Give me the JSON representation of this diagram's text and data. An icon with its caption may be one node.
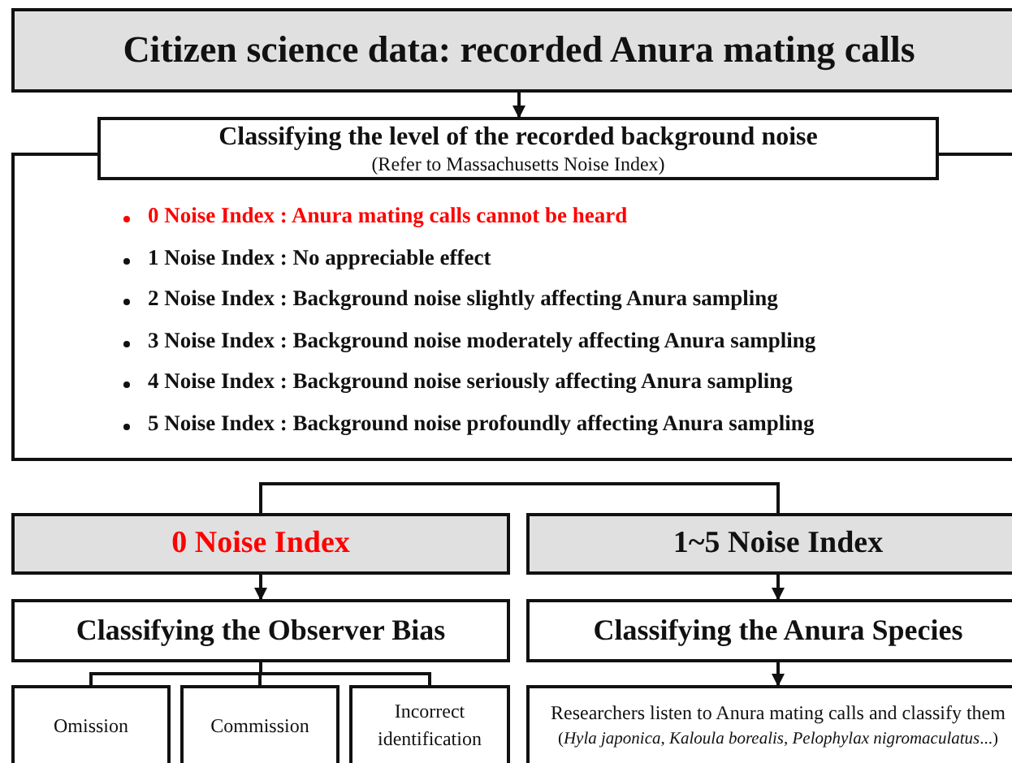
{
  "diagram": {
    "nodes": [
      {
        "text": [
          "Citizen science data: recorded Anura mating calls"
        ]
      },
      {
        "text": [
          "0 Noise Index : Anura mating calls cannot be heard",
          "1 Noise Index : No appreciable effect",
          "2 Noise Index : Background noise slightly affecting Anura sampling",
          "3 Noise Index : Background noise moderately affecting Anura sampling",
          "4 Noise Index : Background noise seriously affecting Anura sampling",
          "5 Noise Index : Background noise profoundly affecting Anura sampling"
        ]
      },
      {
        "text": [
          "Classifying the level of the recorded background noise",
          "(Refer to Massachusetts Noise Index)"
        ]
      },
      {
        "text": [
          "0 Noise Index"
        ]
      },
      {
        "text": [
          "1~5 Noise Index"
        ]
      },
      {
        "text": [
          "Classifying the Observer Bias"
        ]
      },
      {
        "text": [
          "Classifying the Anura Species"
        ]
      },
      {
        "text": [
          "Omission"
        ]
      },
      {
        "text": [
          "Commission"
        ]
      },
      {
        "text": [
          "Incorrect identification"
        ]
      },
      {
        "text": [
          "Researchers listen to Anura mating calls and classify them",
          "(*Hyla japonica*, *Kaloula borealis*, *Pelophylax nigromaculatus*...)"
        ]
      }
    ],
    "edges": [
      {
        "from": 0,
        "to": 2,
        "arrow": "to"
      },
      {
        "from": 3,
        "to": 4,
        "arrow": "none"
      },
      {
        "from": 3,
        "to": 5,
        "arrow": "to"
      },
      {
        "from": 4,
        "to": 6,
        "arrow": "to"
      },
      {
        "from": 5,
        "to": 7,
        "arrow": "none"
      },
      {
        "from": 5,
        "to": 8,
        "arrow": "none"
      },
      {
        "from": 5,
        "to": 9,
        "arrow": "none"
      },
      {
        "from": 6,
        "to": 10,
        "arrow": "to"
      }
    ]
  }
}
